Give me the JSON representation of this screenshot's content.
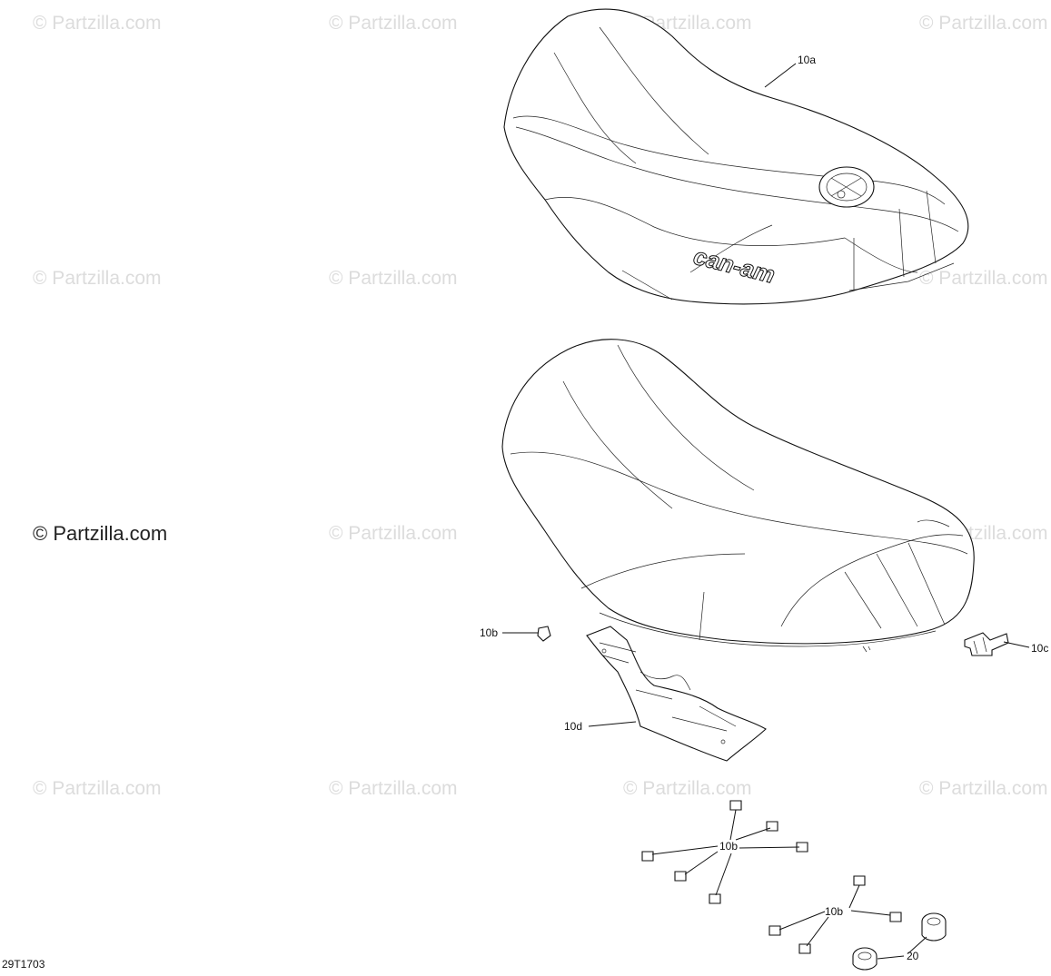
{
  "watermark": "© Partzilla.com",
  "watermark_main": "© Partzilla.com",
  "brand_text": "can-am",
  "figure_code": "29T1703",
  "callouts": {
    "a": "10a",
    "b1": "10b",
    "c": "10c",
    "d": "10d",
    "b2": "10b",
    "b3": "10b",
    "n20": "20"
  }
}
